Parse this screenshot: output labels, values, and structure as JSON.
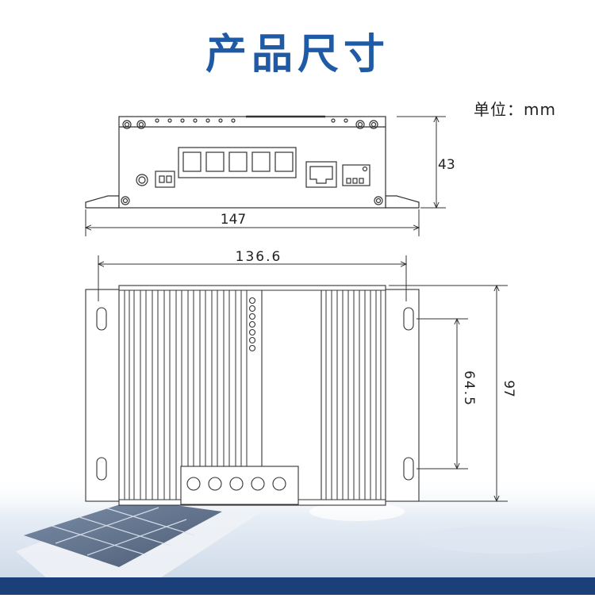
{
  "title": "产品尺寸",
  "unit_label": "单位：mm",
  "dimensions": {
    "front_height": "43",
    "front_width": "147",
    "top_hole_span": "136.6",
    "top_hole_spacing": "64.5",
    "top_depth": "97"
  },
  "colors": {
    "title": "#1f5aa6",
    "bar": "#1b3f78",
    "line": "#333333"
  }
}
